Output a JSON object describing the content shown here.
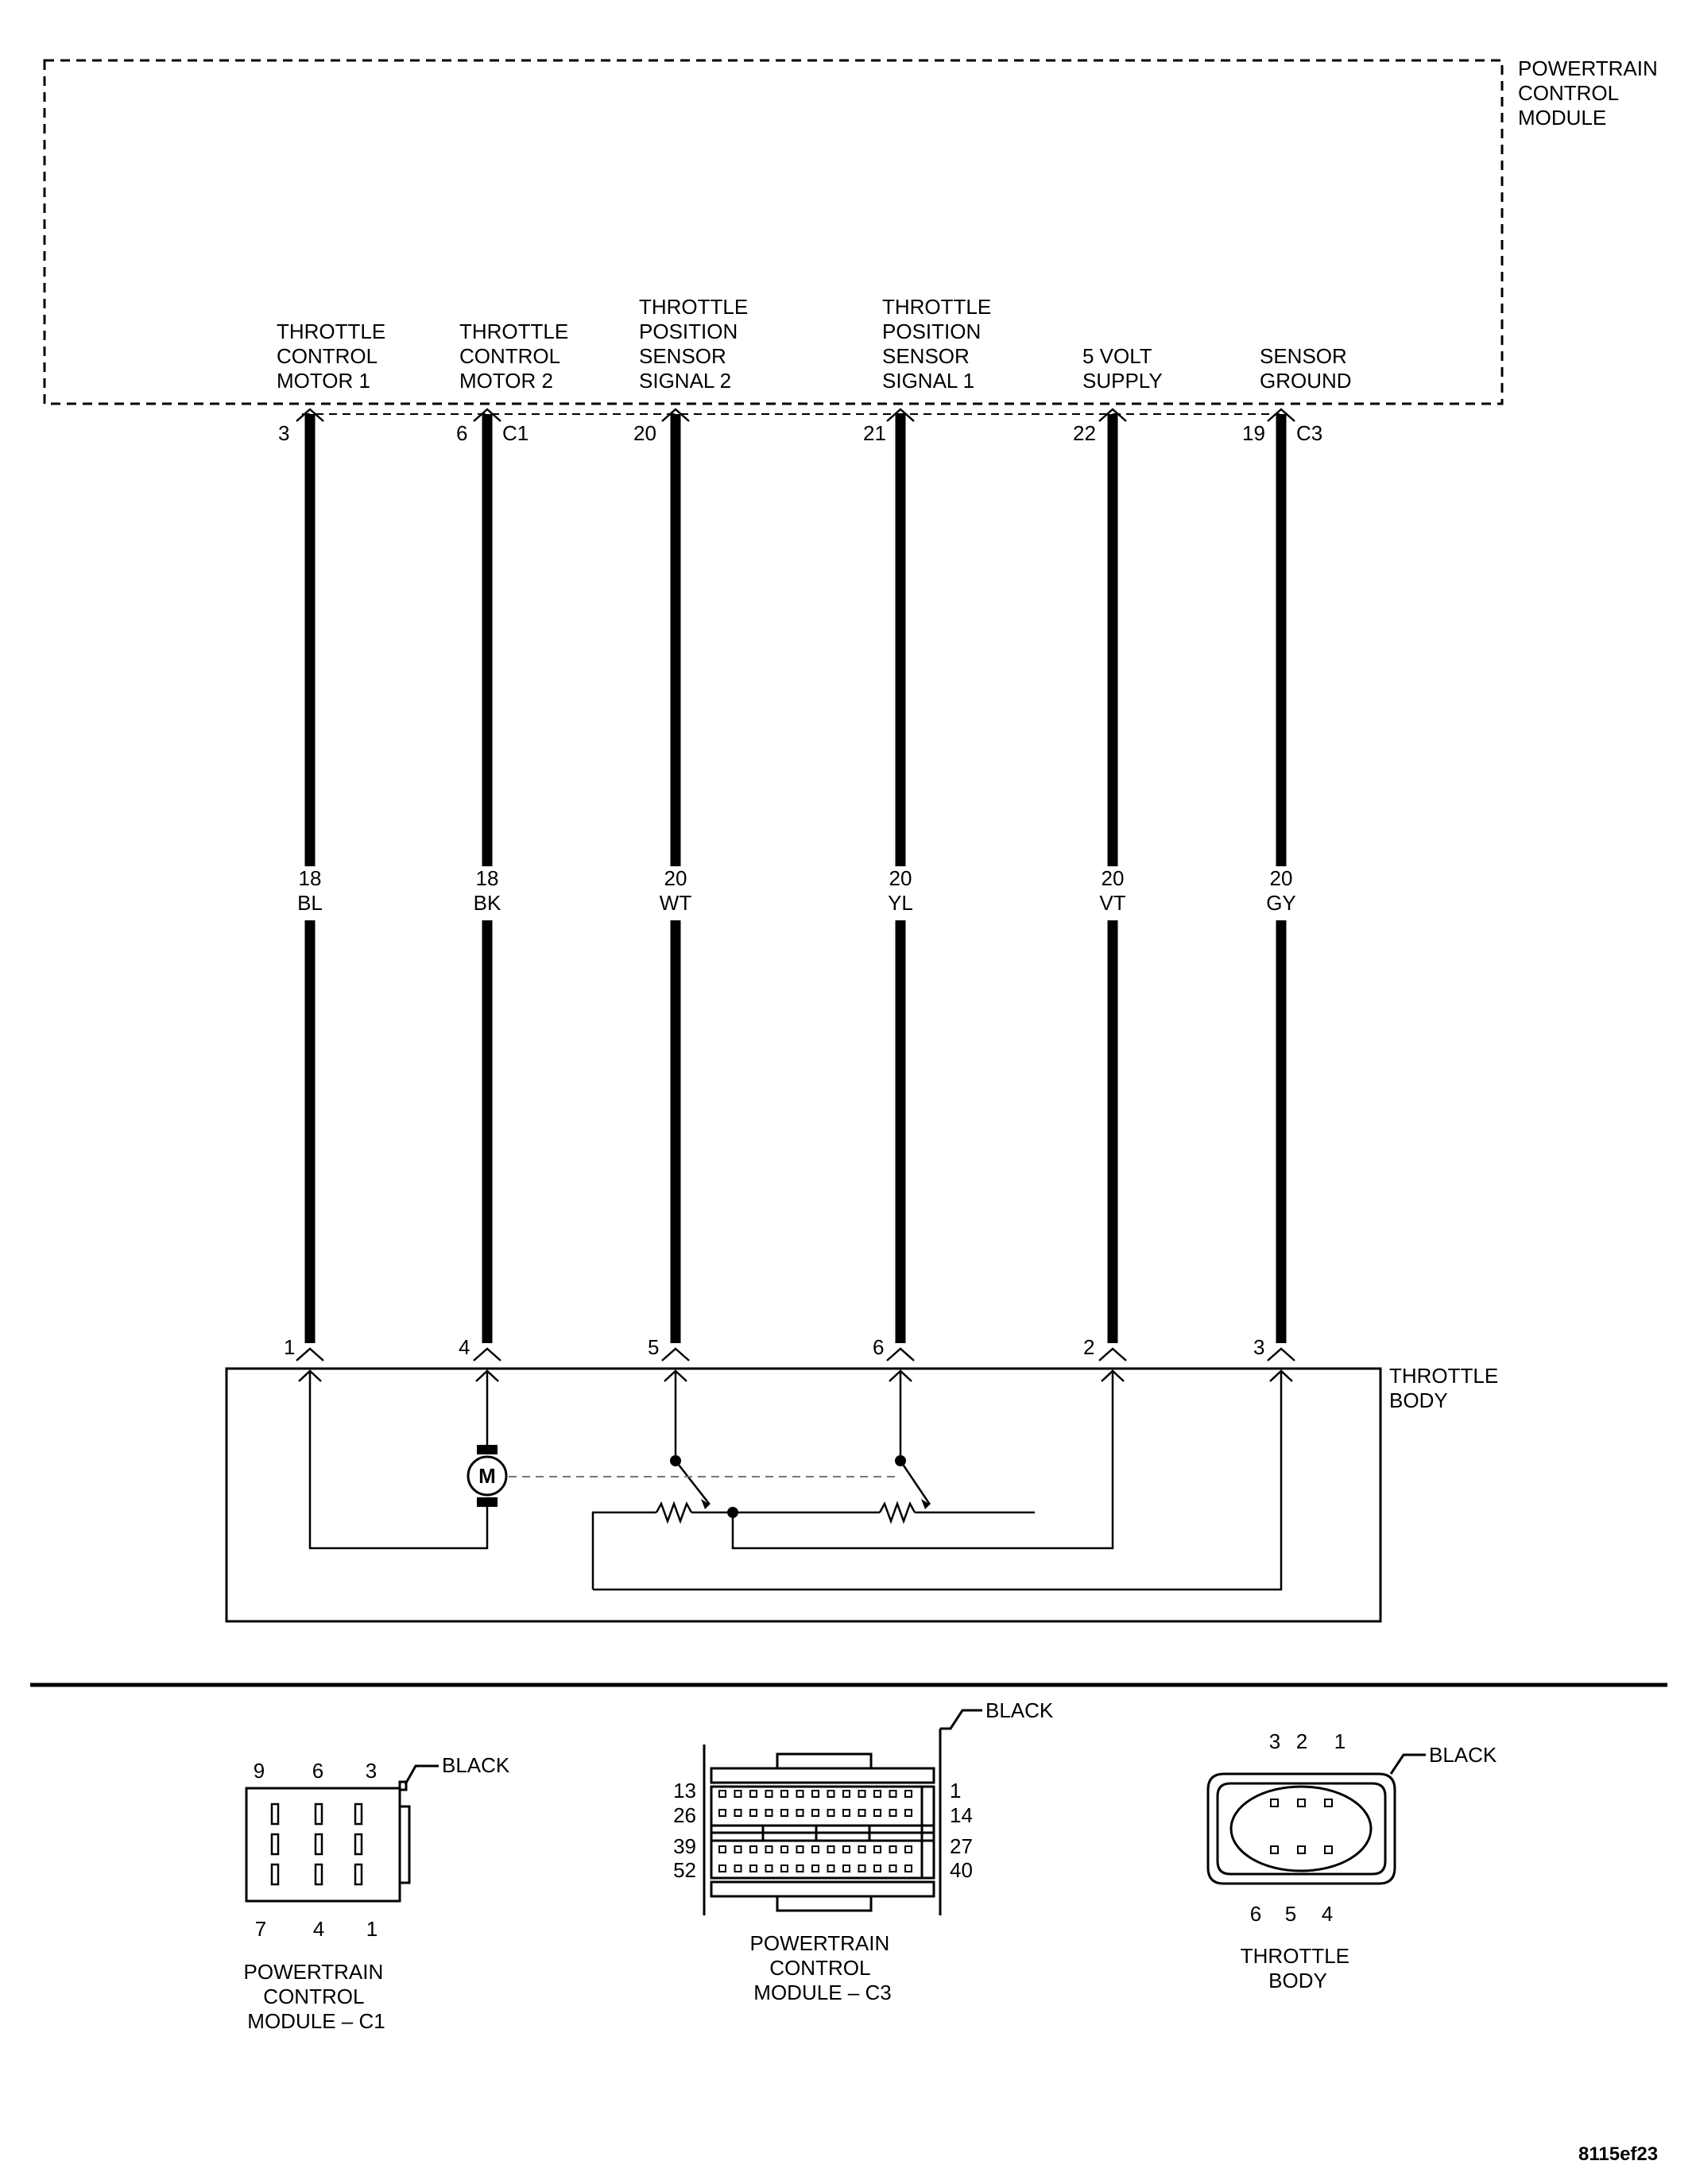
{
  "pcm": {
    "lines": [
      "POWERTRAIN",
      "CONTROL",
      "MODULE"
    ]
  },
  "circuits": [
    {
      "label": [
        "THROTTLE",
        "CONTROL",
        "MOTOR 1"
      ],
      "pcm_pin": "3",
      "pcm_conn": "",
      "gauge": "18",
      "color": "BL",
      "tb_pin": "1"
    },
    {
      "label": [
        "THROTTLE",
        "CONTROL",
        "MOTOR 2"
      ],
      "pcm_pin": "6",
      "pcm_conn": "C1",
      "gauge": "18",
      "color": "BK",
      "tb_pin": "4"
    },
    {
      "label": [
        "THROTTLE",
        "POSITION",
        "SENSOR",
        "SIGNAL 2"
      ],
      "pcm_pin": "20",
      "pcm_conn": "",
      "gauge": "20",
      "color": "WT",
      "tb_pin": "5"
    },
    {
      "label": [
        "THROTTLE",
        "POSITION",
        "SENSOR",
        "SIGNAL 1"
      ],
      "pcm_pin": "21",
      "pcm_conn": "",
      "gauge": "20",
      "color": "YL",
      "tb_pin": "6"
    },
    {
      "label": [
        "5 VOLT",
        "SUPPLY"
      ],
      "pcm_pin": "22",
      "pcm_conn": "",
      "gauge": "20",
      "color": "VT",
      "tb_pin": "2"
    },
    {
      "label": [
        "SENSOR",
        "GROUND"
      ],
      "pcm_pin": "19",
      "pcm_conn": "C3",
      "gauge": "20",
      "color": "GY",
      "tb_pin": "3"
    }
  ],
  "throttle_body": {
    "lines": [
      "THROTTLE",
      "BODY"
    ],
    "motor_symbol": "M"
  },
  "connectors": {
    "c1": {
      "color": "BLACK",
      "top_pins": [
        "9",
        "6",
        "3"
      ],
      "bottom_pins": [
        "7",
        "4",
        "1"
      ],
      "name": [
        "POWERTRAIN",
        "CONTROL",
        "MODULE – C1"
      ]
    },
    "c3": {
      "color": "BLACK",
      "left_pins": [
        "13",
        "26",
        "39",
        "52"
      ],
      "right_pins": [
        "1",
        "14",
        "27",
        "40"
      ],
      "name": [
        "POWERTRAIN",
        "CONTROL",
        "MODULE – C3"
      ]
    },
    "tb": {
      "color": "BLACK",
      "top_pins": [
        "3",
        "2",
        "1"
      ],
      "bottom_pins": [
        "6",
        "5",
        "4"
      ],
      "name": [
        "THROTTLE",
        "BODY"
      ]
    }
  },
  "figure_id": "8115ef23"
}
